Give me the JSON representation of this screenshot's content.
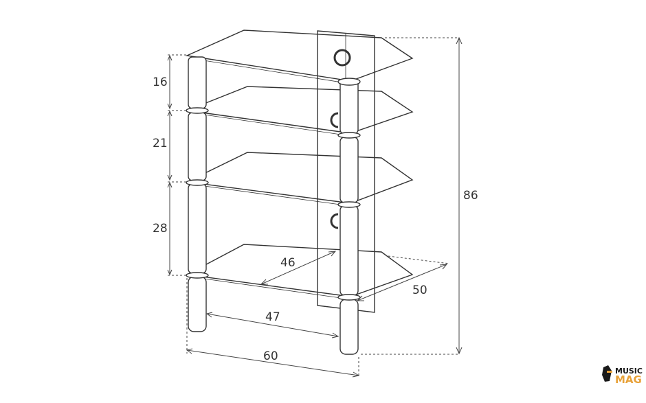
{
  "dimensions": {
    "total_height": "86",
    "gap_1": "16",
    "gap_2": "21",
    "gap_3": "28",
    "inner_depth": "46",
    "outer_depth": "50",
    "inner_width": "47",
    "outer_width": "60"
  },
  "watermark": {
    "line1": "MUSIC",
    "line2": "MAG"
  },
  "colors": {
    "line": "#333333",
    "dimension": "#444444",
    "pole_fill": "#ffffff",
    "logo_accent": "#e8a23a"
  }
}
